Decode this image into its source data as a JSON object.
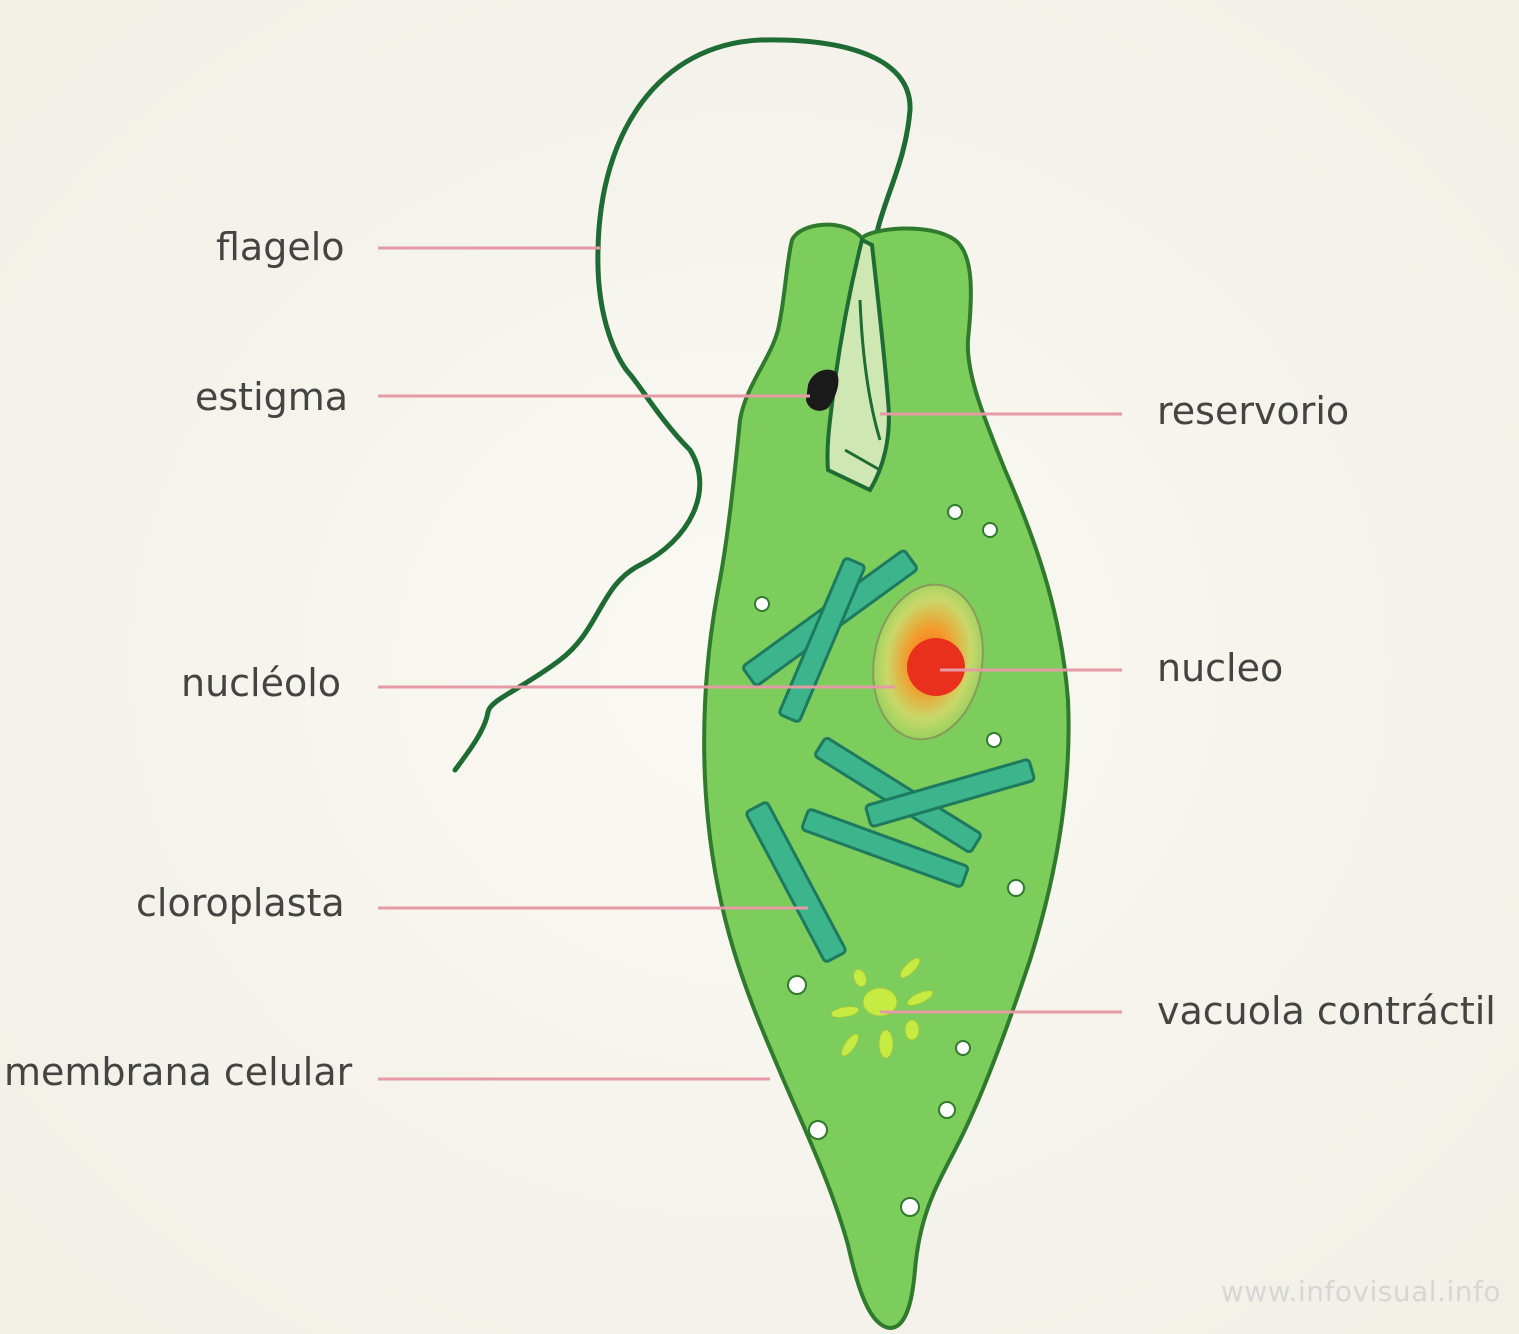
{
  "labels": {
    "flagelo": "flagelo",
    "estigma": "estigma",
    "nucleolo": "nucléolo",
    "cloroplasta": "cloroplasta",
    "membrana": "membrana celular",
    "reservorio": "reservorio",
    "nucleo": "nucleo",
    "vacuola": "vacuola contráctil"
  },
  "watermark": "www.infovisual.info",
  "colors": {
    "background": "#f6f5ef",
    "cell_fill": "#7ccd5c",
    "cell_outline": "#2f7a2c",
    "flagellum": "#1f6b34",
    "chloroplast": "#3cb48c",
    "nucleolus": "#e8301c",
    "nucleus_halo": "#f0b84a",
    "stigma": "#1a1a1a",
    "vacuole": "#c6ec44",
    "leader_line": "#e59aa6"
  }
}
